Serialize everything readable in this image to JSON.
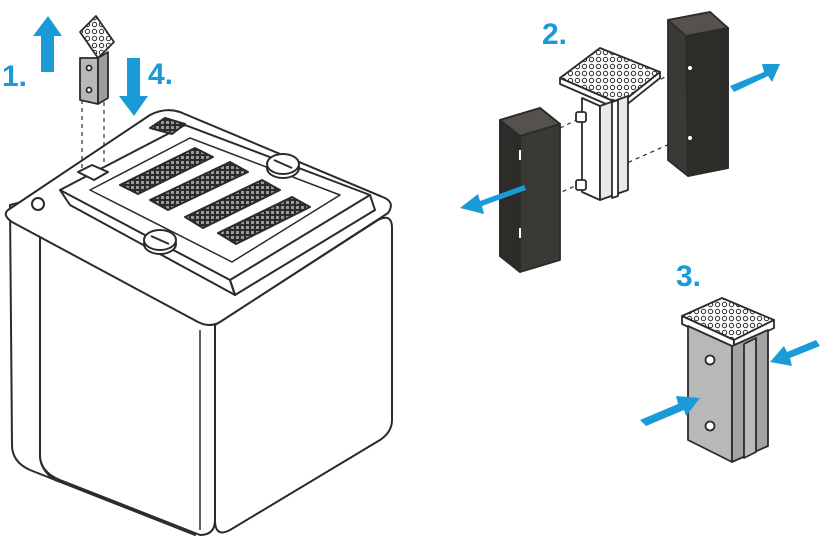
{
  "steps": [
    {
      "label": "1."
    },
    {
      "label": "4."
    },
    {
      "label": "2."
    },
    {
      "label": "3."
    }
  ],
  "colors": {
    "accent": "#1a9ad6",
    "outline": "#2b2b2b",
    "sponge": "#3b3935",
    "cartridge_grey": "#b8b8b8",
    "background": "#ffffff"
  },
  "figures": [
    {
      "name": "filter-housing"
    },
    {
      "name": "filter-cartridge-exploded"
    },
    {
      "name": "filter-cartridge-assembled"
    }
  ]
}
